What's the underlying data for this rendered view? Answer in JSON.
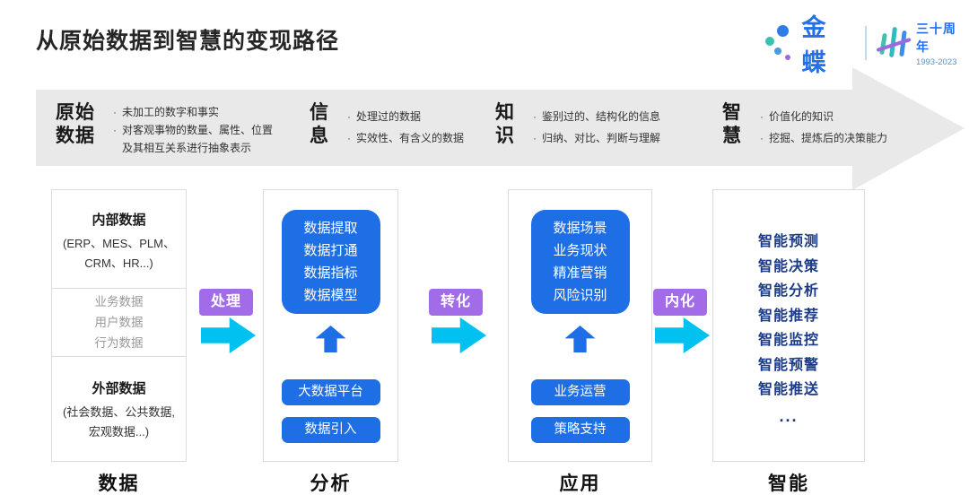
{
  "title": "从原始数据到智慧的变现路径",
  "logo": {
    "brand": "金蝶",
    "anniversary": "三十周年",
    "years": "1993-2023"
  },
  "banner": {
    "stages": [
      {
        "label_lines": [
          "原始",
          "数据"
        ],
        "bullets": [
          "未加工的数字和事实",
          "对客观事物的数量、属性、位置及其相互关系进行抽象表示"
        ]
      },
      {
        "label_lines": [
          "信",
          "息"
        ],
        "bullets": [
          "处理过的数据",
          "实效性、有含义的数据"
        ]
      },
      {
        "label_lines": [
          "知",
          "识"
        ],
        "bullets": [
          "鉴别过的、结构化的信息",
          "归纳、对比、判断与理解"
        ]
      },
      {
        "label_lines": [
          "智",
          "慧"
        ],
        "bullets": [
          "价值化的知识",
          "挖掘、提炼后的决策能力"
        ]
      }
    ]
  },
  "connectors": [
    {
      "label": "处理"
    },
    {
      "label": "转化"
    },
    {
      "label": "内化"
    }
  ],
  "data_column": {
    "internal": {
      "title": "内部数据",
      "subtitle_lines": [
        "(ERP、MES、PLM、",
        "CRM、HR...)"
      ]
    },
    "middle_items": [
      "业务数据",
      "用户数据",
      "行为数据"
    ],
    "external": {
      "title": "外部数据",
      "subtitle_lines": [
        "(社会数据、公共数据,",
        "宏观数据...)"
      ]
    }
  },
  "analysis_column": {
    "capabilities": [
      "数据提取",
      "数据打通",
      "数据指标",
      "数据模型"
    ],
    "buttons": [
      "大数据平台",
      "数据引入"
    ]
  },
  "application_column": {
    "capabilities": [
      "数据场景",
      "业务现状",
      "精准营销",
      "风险识别"
    ],
    "buttons": [
      "业务运营",
      "策略支持"
    ]
  },
  "intelligence_column": {
    "items": [
      "智能预测",
      "智能决策",
      "智能分析",
      "智能推荐",
      "智能监控",
      "智能预警",
      "智能推送"
    ],
    "more": "..."
  },
  "bottom_labels": [
    "数据",
    "分析",
    "应用",
    "智能"
  ],
  "colors": {
    "accent_blue": "#1E6FE6",
    "navy_text": "#1B3B86",
    "purple_label": "#A26BE8",
    "cyan_arrow": "#00C1F0",
    "band_gray": "#E9E9E9",
    "brand_blue": "#2470E8"
  }
}
